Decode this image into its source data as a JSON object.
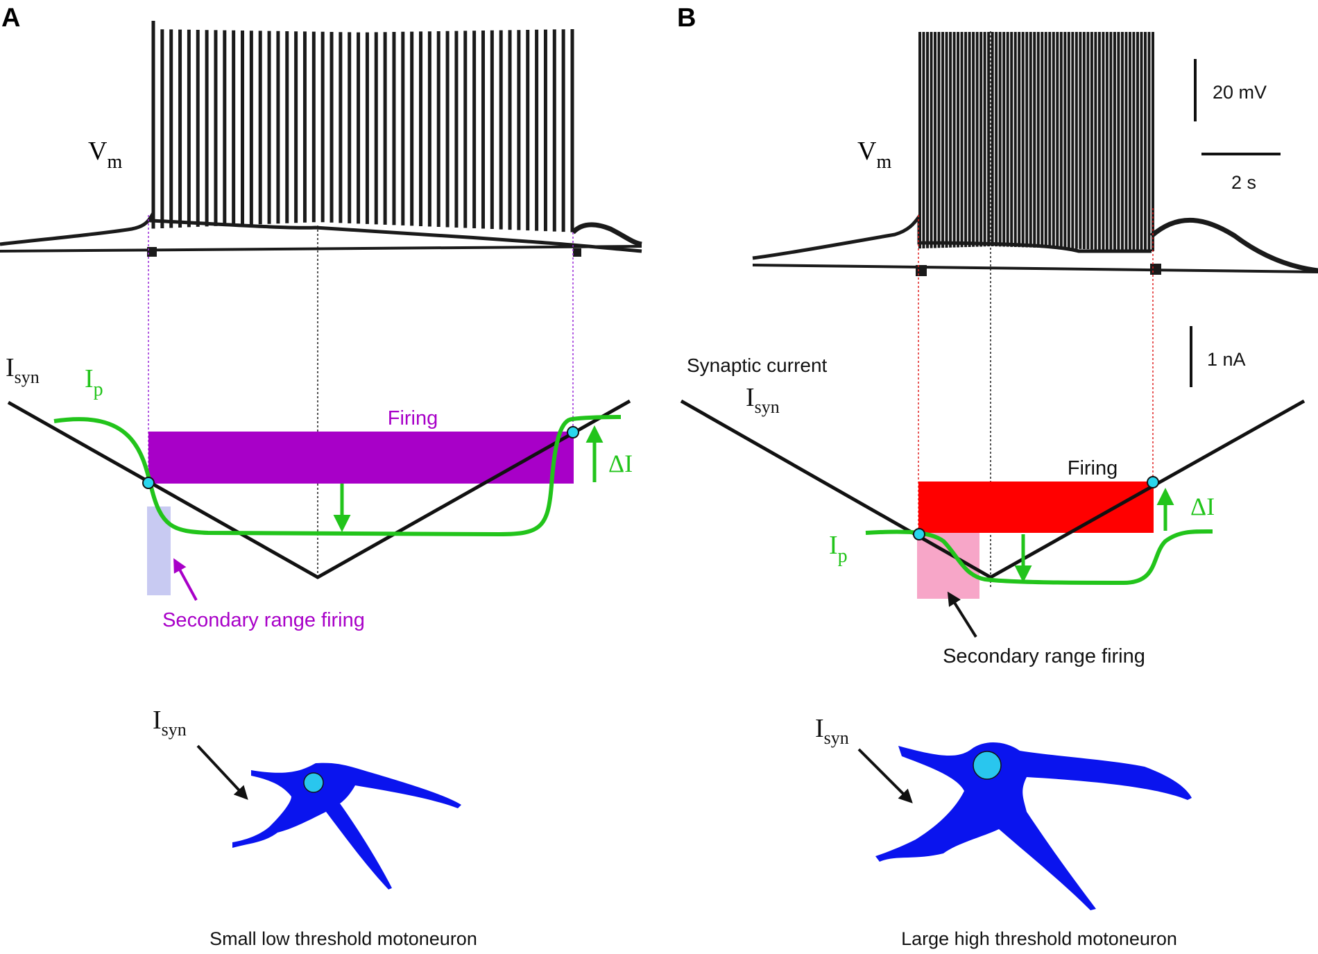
{
  "colors": {
    "trace": "#1a1a1a",
    "ip_green": "#22c41b",
    "firing_purple": "#a800c8",
    "secondary_lavender": "#c8caf2",
    "firing_red": "#ff0000",
    "secondary_pink": "#f7a6c8",
    "neuron_blue": "#0a14ee",
    "nucleus_cyan": "#29c6ee",
    "guide_purple": "#9a28d8",
    "guide_red": "#e02020"
  },
  "panel_a": {
    "letter": "A",
    "vm": "V",
    "vm_sub": "m",
    "isyn": "I",
    "isyn_sub": "syn",
    "ip": "I",
    "ip_sub": "p",
    "firing": "Firing",
    "delta": "ΔI",
    "secondary": "Secondary range firing",
    "neuron_isyn": "I",
    "neuron_isyn_sub": "syn",
    "caption": "Small low threshold motoneuron"
  },
  "panel_b": {
    "letter": "B",
    "vm": "V",
    "vm_sub": "m",
    "scale_mv": "20 mV",
    "scale_s": "2 s",
    "scale_na": "1 nA",
    "synaptic_label": "Synaptic current",
    "isyn": "I",
    "isyn_sub": "syn",
    "ip": "I",
    "ip_sub": "p",
    "firing": "Firing",
    "delta": "ΔI",
    "secondary": "Secondary range firing",
    "neuron_isyn": "I",
    "neuron_isyn_sub": "syn",
    "caption": "Large high threshold motoneuron"
  }
}
